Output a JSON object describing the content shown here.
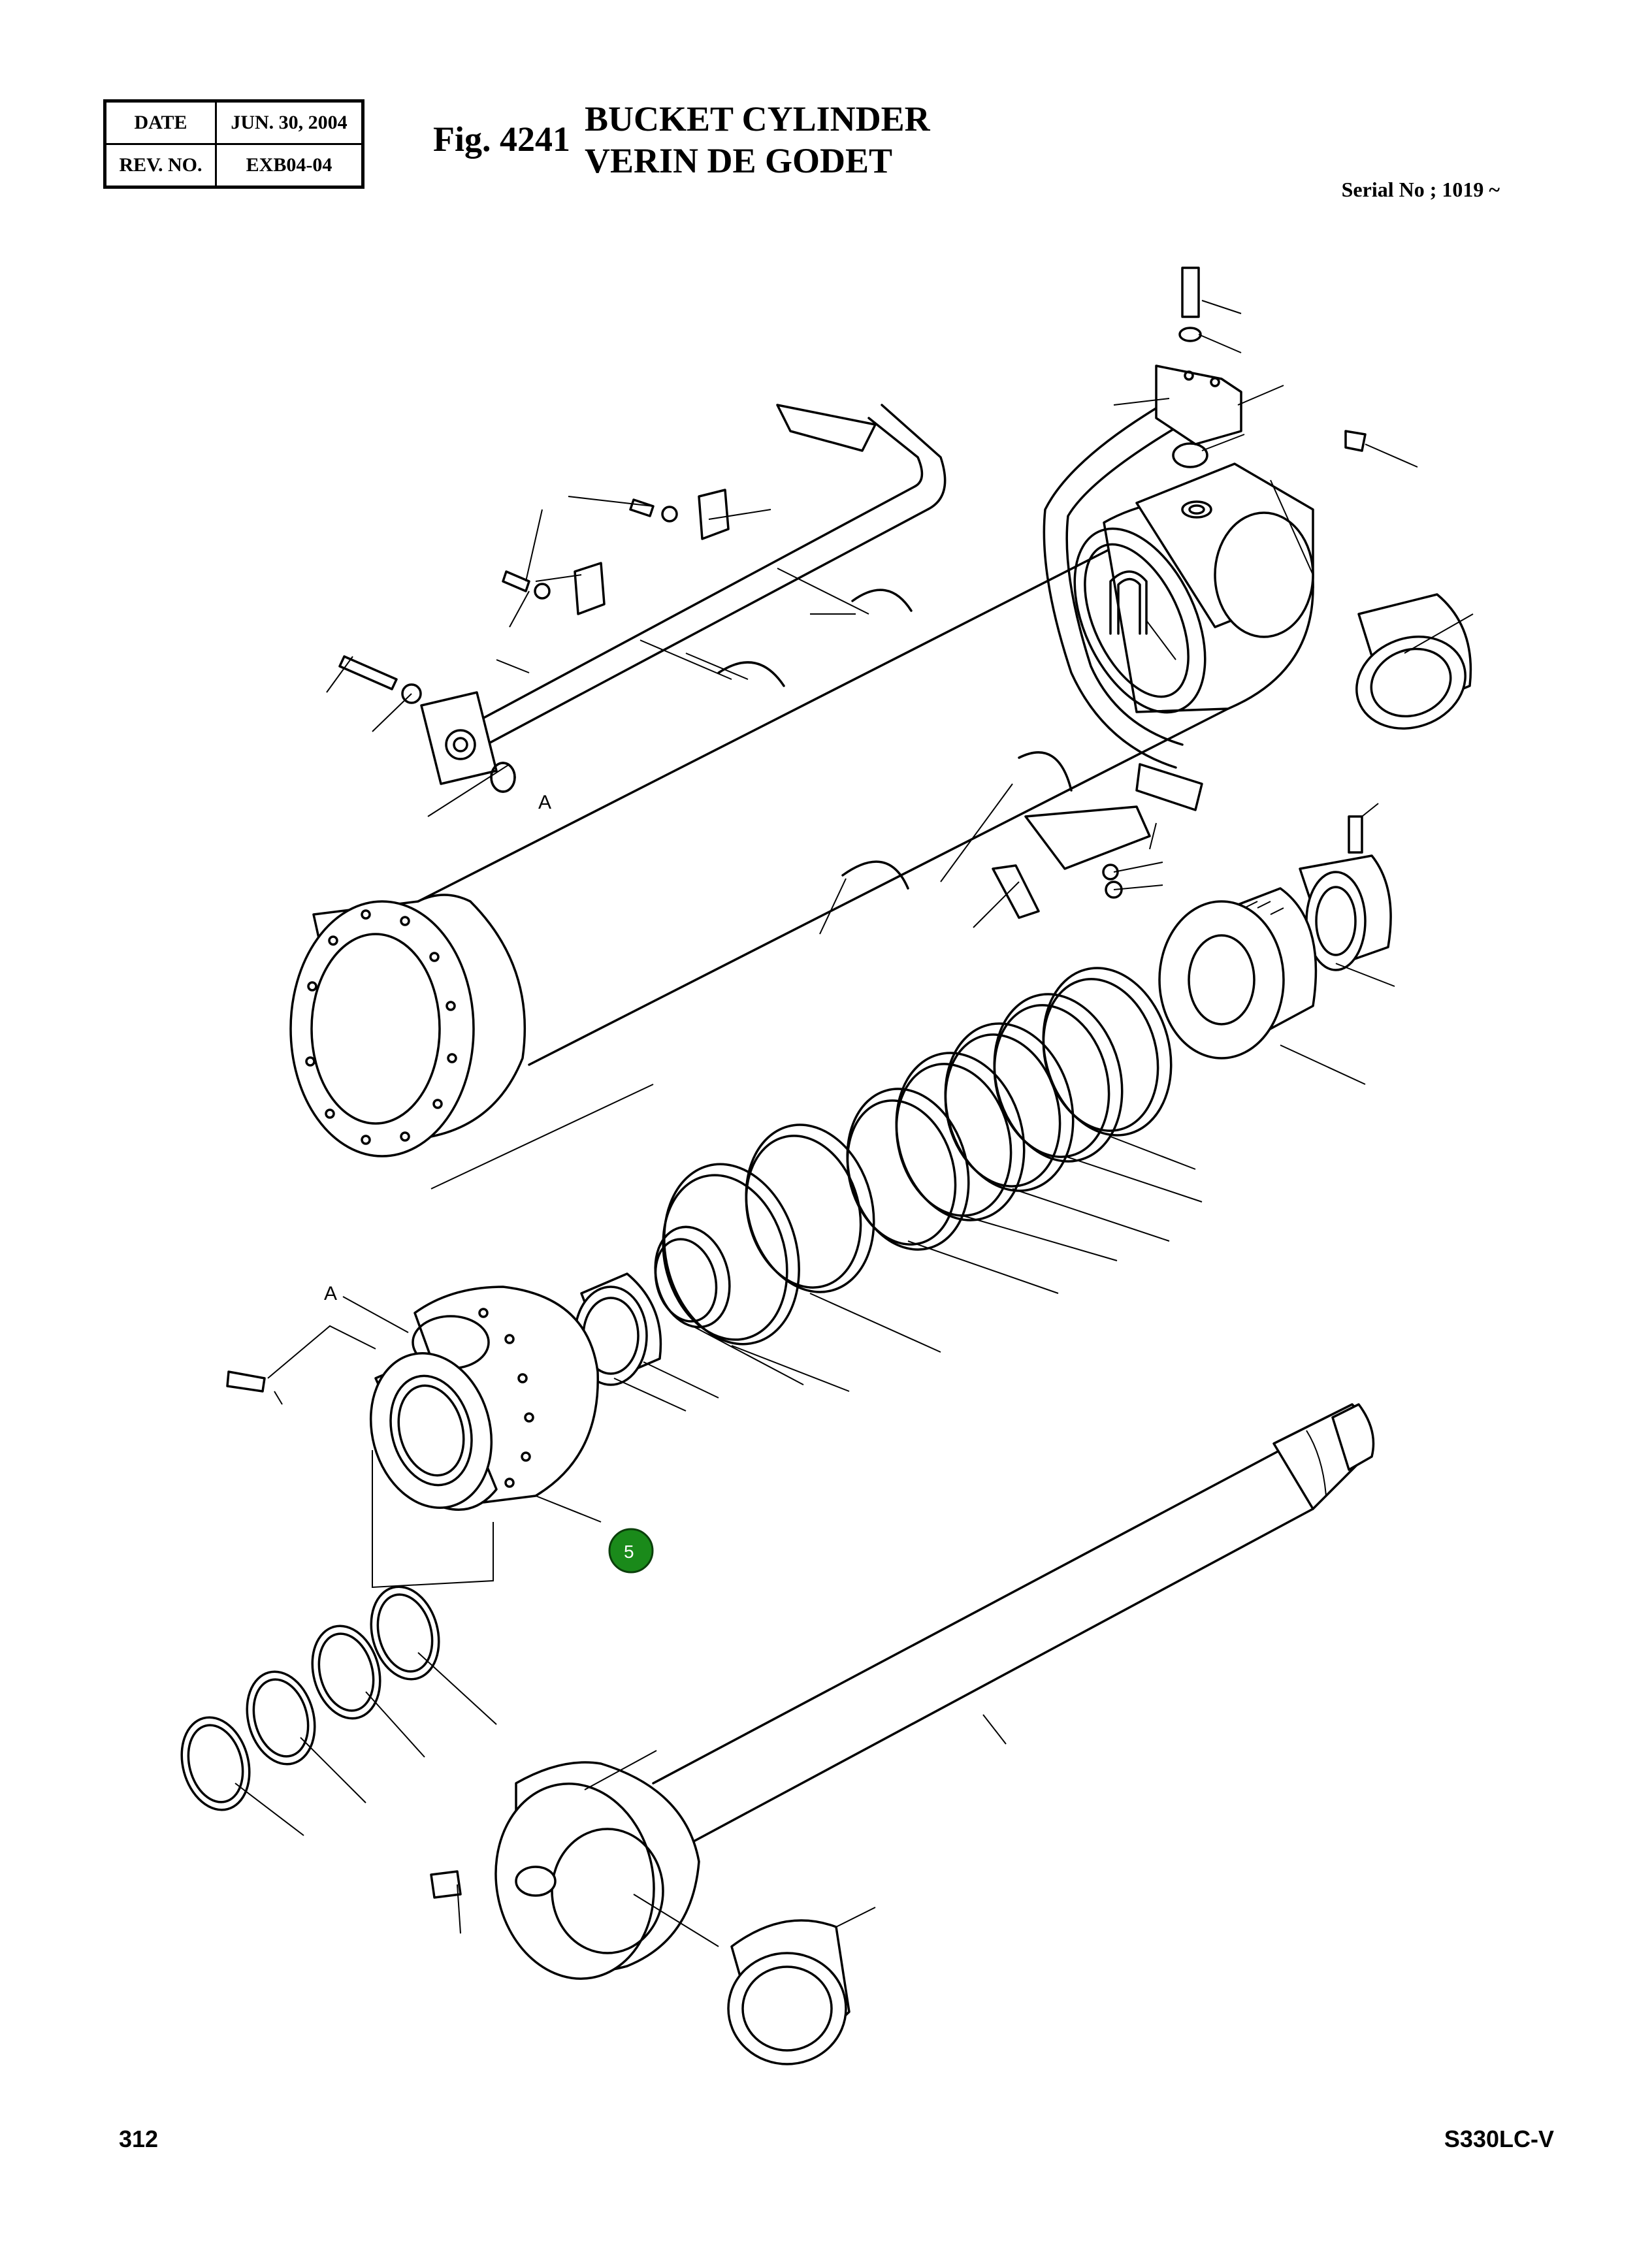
{
  "header": {
    "date_label": "DATE",
    "date_value": "JUN. 30, 2004",
    "rev_label": "REV. NO.",
    "rev_value": "EXB04-04"
  },
  "figure": {
    "number": "Fig. 4241",
    "title_en": "BUCKET CYLINDER",
    "title_fr": "VERIN DE GODET",
    "serial": "Serial No ; 1019 ~"
  },
  "callouts": {
    "ref_a_top": "A",
    "ref_a_bottom": "A",
    "item_marker": "5"
  },
  "colors": {
    "marker_fill": "#1a8a1a",
    "line": "#000000"
  },
  "footer": {
    "page_number": "312",
    "model": "S330LC-V"
  }
}
